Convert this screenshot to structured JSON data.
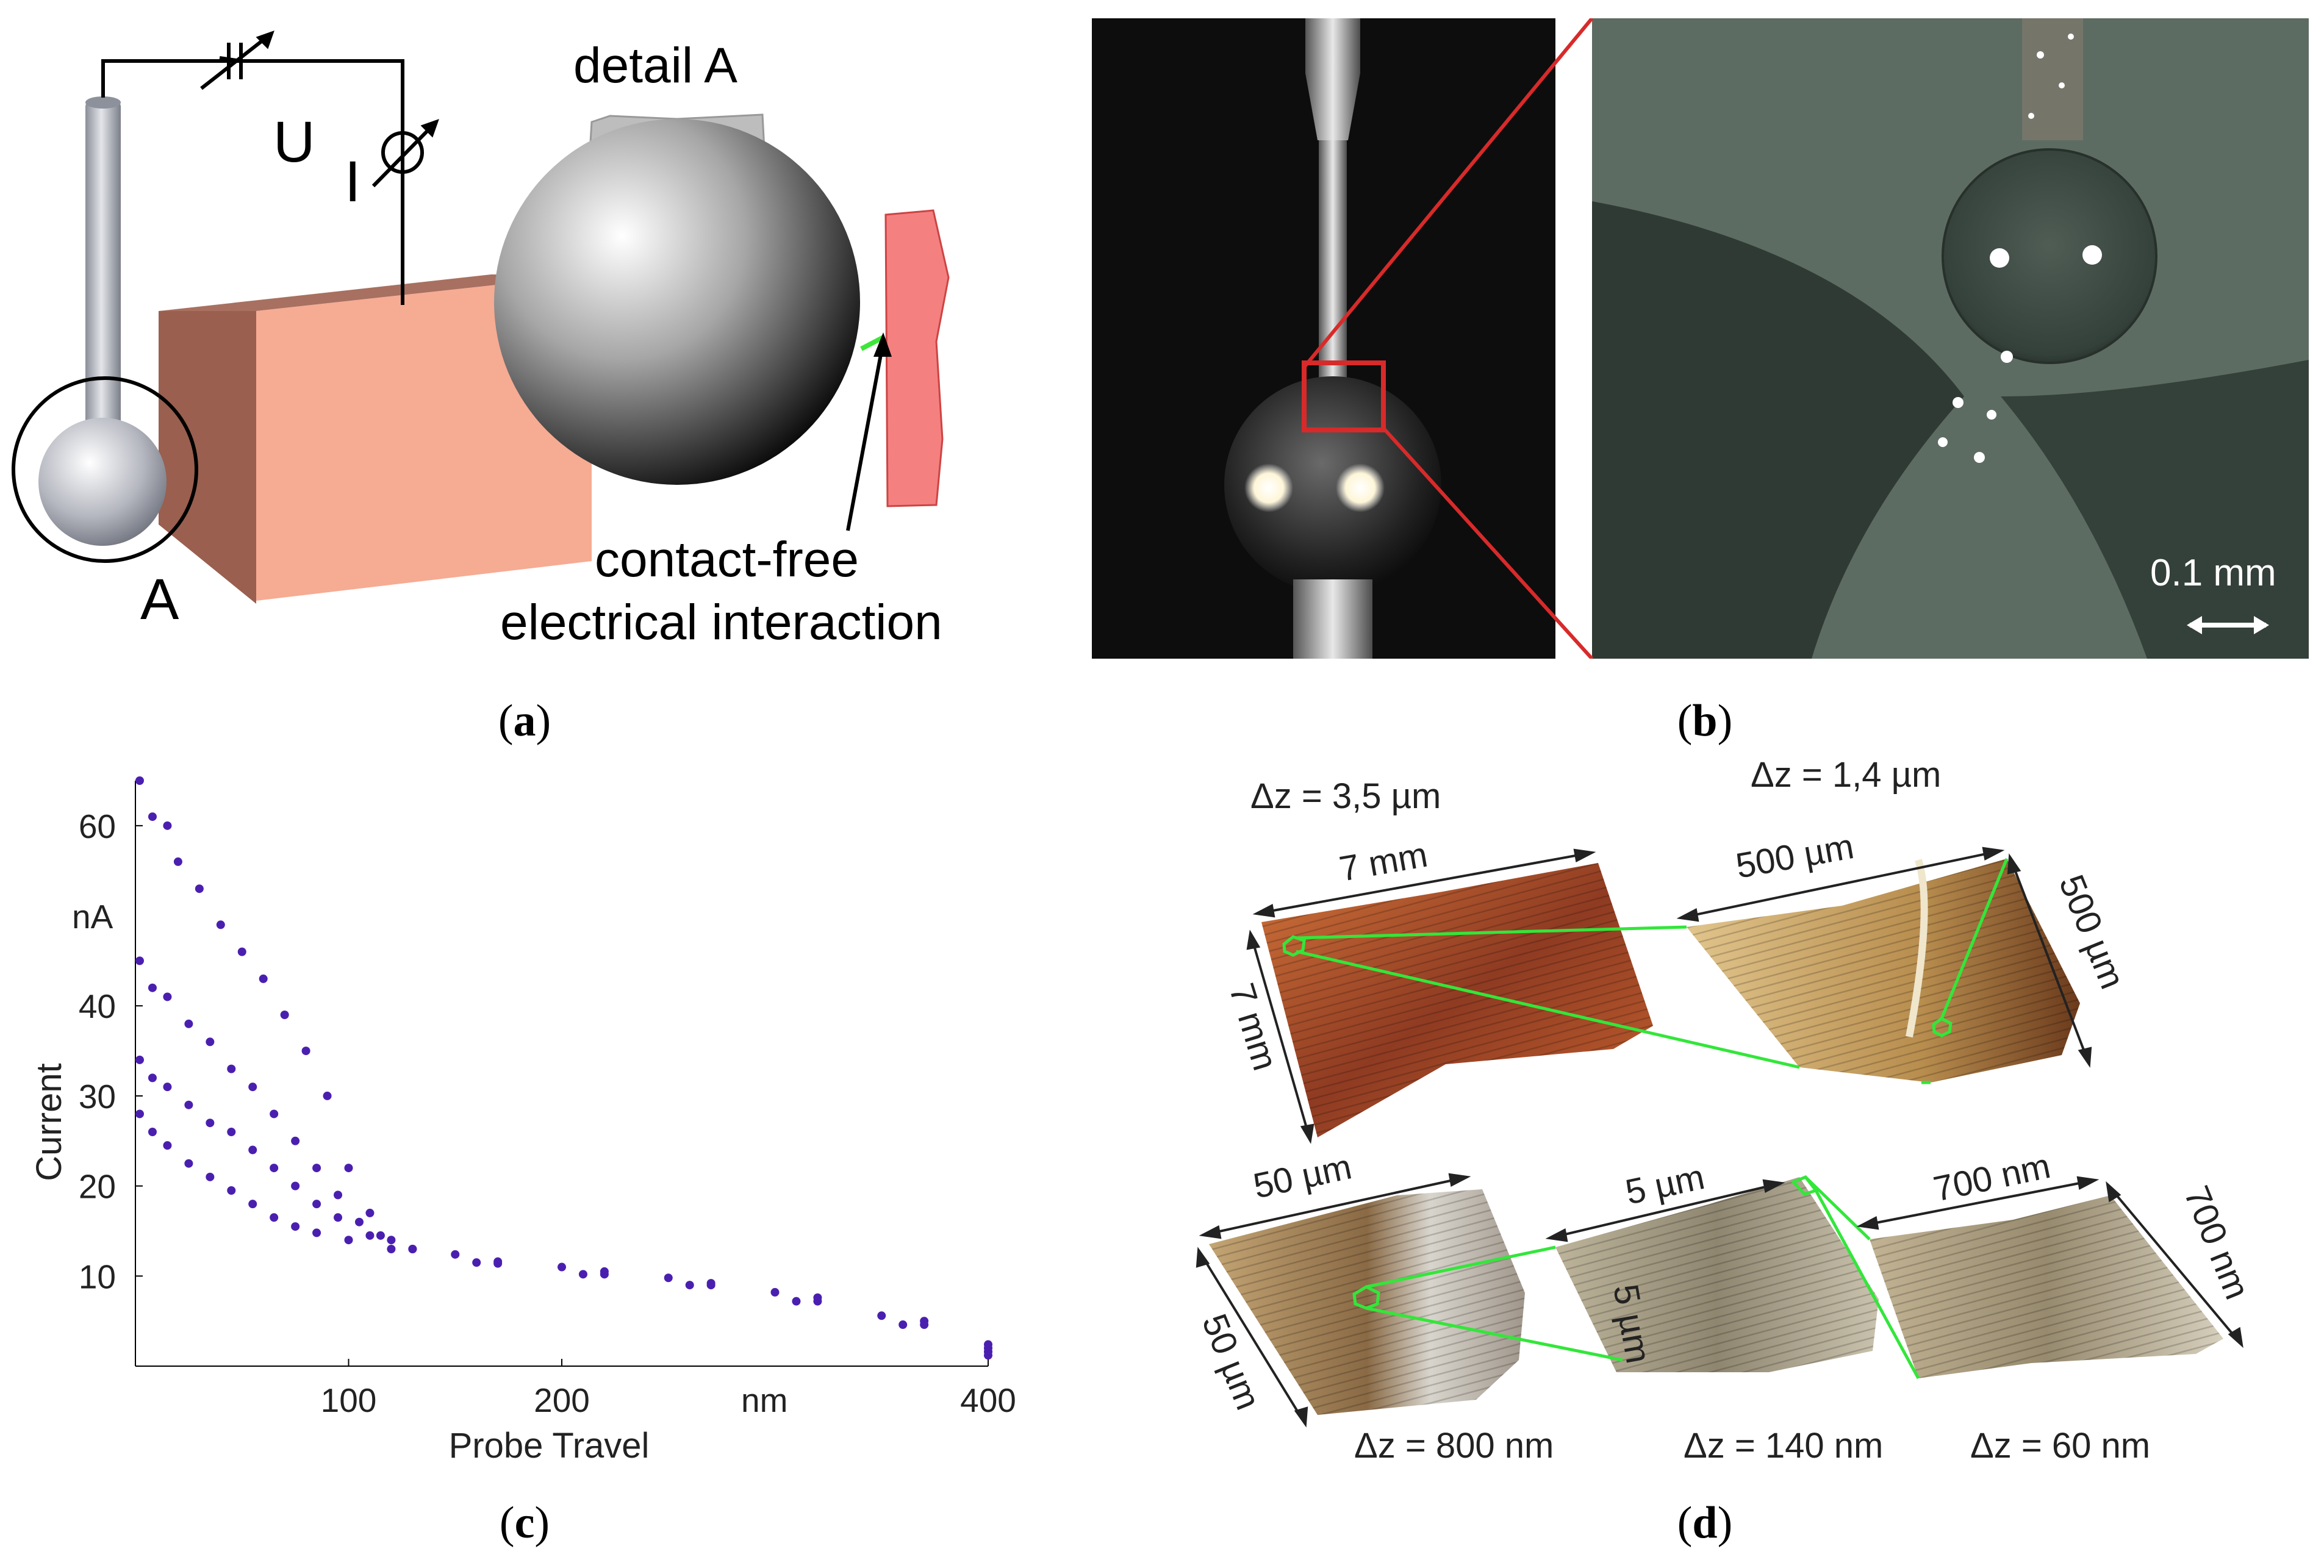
{
  "captions": {
    "a": {
      "open": "(",
      "letter": "a",
      "close": ")"
    },
    "b": {
      "open": "(",
      "letter": "b",
      "close": ")"
    },
    "c": {
      "open": "(",
      "letter": "c",
      "close": ")"
    },
    "d": {
      "open": "(",
      "letter": "d",
      "close": ")"
    }
  },
  "panel_a": {
    "voltage_label": "U",
    "current_label": "I",
    "detail_label": "detail A",
    "marker_label": "A",
    "annotation_line1": "contact-free",
    "annotation_line2": "electrical interaction",
    "colors": {
      "workpiece": "#f2a68e",
      "plate": "#f58080",
      "wire": "#000000",
      "stylus": "#a9adb7"
    }
  },
  "panel_b": {
    "scale_label": "0.1 mm",
    "colors": {
      "frame": "#d82a2a",
      "left_bg": "#0d0d0d",
      "right_bg": "#5d6c62"
    }
  },
  "panel_c": {
    "ylabel": "Current",
    "xlabel": "Probe Travel",
    "yunit": "nA",
    "xunit": "nm",
    "ytick_labels": [
      "10",
      "20",
      "30",
      "40",
      "60"
    ],
    "xtick_labels": [
      "100",
      "200",
      "400"
    ]
  },
  "chart_data": {
    "type": "scatter",
    "xlabel": "Probe Travel",
    "ylabel": "Current",
    "xunit": "nm",
    "yunit": "nA",
    "xlim": [
      0,
      400
    ],
    "ylim": [
      0,
      65
    ],
    "color": "#4a1fb0",
    "series": [
      {
        "values": [
          [
            2,
            65
          ],
          [
            8,
            61
          ],
          [
            15,
            60
          ],
          [
            20,
            56
          ],
          [
            30,
            53
          ],
          [
            40,
            49
          ],
          [
            50,
            46
          ],
          [
            60,
            43
          ],
          [
            70,
            39
          ],
          [
            80,
            35
          ],
          [
            90,
            30
          ],
          [
            100,
            22
          ],
          [
            110,
            17
          ],
          [
            120,
            14
          ],
          [
            150,
            12.4
          ],
          [
            200,
            11
          ],
          [
            250,
            9.8
          ],
          [
            300,
            8.2
          ],
          [
            350,
            5.6
          ],
          [
            400,
            2.4
          ]
        ]
      },
      {
        "values": [
          [
            2,
            45
          ],
          [
            8,
            42
          ],
          [
            15,
            41
          ],
          [
            25,
            38
          ],
          [
            35,
            36
          ],
          [
            45,
            33
          ],
          [
            55,
            31
          ],
          [
            65,
            28
          ],
          [
            75,
            25
          ],
          [
            85,
            22
          ],
          [
            95,
            19
          ],
          [
            105,
            16
          ],
          [
            115,
            14.5
          ],
          [
            130,
            13
          ],
          [
            170,
            11.6
          ],
          [
            220,
            10.5
          ],
          [
            270,
            9.2
          ],
          [
            320,
            7.6
          ],
          [
            370,
            5
          ],
          [
            400,
            2
          ]
        ]
      },
      {
        "values": [
          [
            2,
            34
          ],
          [
            8,
            32
          ],
          [
            15,
            31
          ],
          [
            25,
            29
          ],
          [
            35,
            27
          ],
          [
            45,
            26
          ],
          [
            55,
            24
          ],
          [
            65,
            22
          ],
          [
            75,
            20
          ],
          [
            85,
            18
          ],
          [
            95,
            16.5
          ],
          [
            110,
            14.5
          ],
          [
            130,
            13
          ],
          [
            170,
            11.4
          ],
          [
            220,
            10.2
          ],
          [
            270,
            9
          ],
          [
            320,
            7.2
          ],
          [
            370,
            4.6
          ],
          [
            400,
            1.6
          ]
        ]
      },
      {
        "values": [
          [
            2,
            28
          ],
          [
            8,
            26
          ],
          [
            15,
            24.5
          ],
          [
            25,
            22.5
          ],
          [
            35,
            21
          ],
          [
            45,
            19.5
          ],
          [
            55,
            18
          ],
          [
            65,
            16.5
          ],
          [
            75,
            15.5
          ],
          [
            85,
            14.8
          ],
          [
            100,
            14
          ],
          [
            120,
            13
          ],
          [
            160,
            11.5
          ],
          [
            210,
            10.2
          ],
          [
            260,
            9
          ],
          [
            310,
            7.2
          ],
          [
            360,
            4.6
          ],
          [
            400,
            1.2
          ]
        ]
      }
    ]
  },
  "panel_d": {
    "items": [
      {
        "dz": "Δz = 3,5 µm",
        "w": "7 mm",
        "h": "7 mm"
      },
      {
        "dz": "Δz = 1,4 µm",
        "w": "500 µm",
        "h": "500 µm"
      },
      {
        "dz": "Δz = 800 nm",
        "w": "50 µm",
        "h": "50 µm"
      },
      {
        "dz": "Δz = 140 nm",
        "w": "5 µm",
        "h": "5 µm"
      },
      {
        "dz": "Δz = 60 nm",
        "w": "700 nm",
        "h": "700 nm"
      }
    ],
    "colors": {
      "link": "#33e63a",
      "tile1": "#b9552b",
      "tile2": "#c8a46a",
      "tile3": "#b49a72",
      "tile4": "#b3aa91",
      "tile5": "#b6a88c"
    }
  }
}
